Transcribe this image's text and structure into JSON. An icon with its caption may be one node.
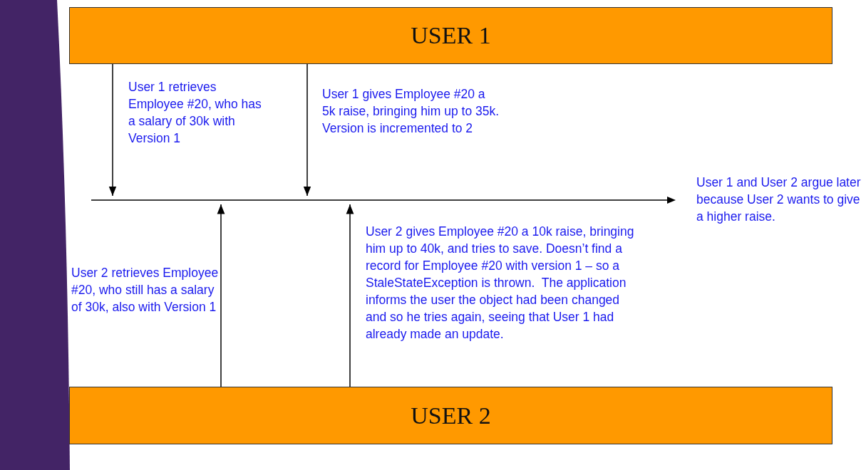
{
  "diagram": {
    "nodes": [
      {
        "text": [
          "USER 1"
        ]
      },
      {
        "text": [],
        "shape": "line"
      },
      {
        "text": [
          "USER 2"
        ]
      }
    ],
    "edges": [
      {
        "from": 0,
        "to": 1,
        "arrow": "to",
        "label": "User 1 retrieves Employee #20, who has a salary of 30k with Version 1"
      },
      {
        "from": 0,
        "to": 1,
        "arrow": "to",
        "label": "User 1 gives Employee #20 a 5k raise, bringing him up to 35k.  Version is incremented to 2"
      },
      {
        "from": 2,
        "to": 1,
        "arrow": "to",
        "label": "User 2 retrieves Employee #20, who still has a salary of 30k, also with Version 1"
      },
      {
        "from": 2,
        "to": 1,
        "arrow": "to",
        "label": "User 2 gives Employee #20 a 10k raise, bringing him up to 40k, and tries to save. Doesn’t find a record for Employee #20 with version 1 – so a StaleStateException is thrown.  The application informs the user the object had been changed and so he tries again, seeing that User 1 had already made an update."
      }
    ],
    "labels": [
      "User 1 and User 2 argue later because User 2 wants to give a higher raise."
    ]
  }
}
